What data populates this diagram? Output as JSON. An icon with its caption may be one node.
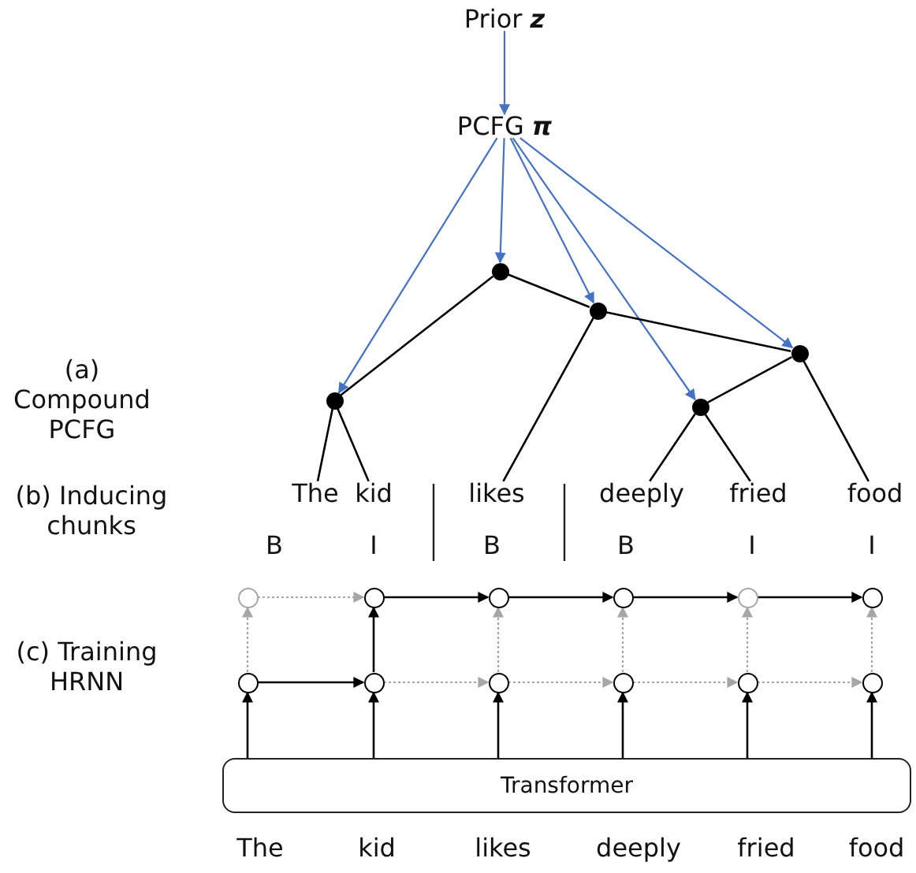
{
  "diagram": {
    "nodes": [
      {
        "text": [
          "Prior **z**"
        ]
      },
      {
        "text": [
          "PCFG **π**"
        ]
      },
      {
        "text": [],
        "shape": "circle"
      },
      {
        "text": [],
        "shape": "circle"
      },
      {
        "text": [],
        "shape": "circle"
      },
      {
        "text": [],
        "shape": "circle"
      },
      {
        "text": [],
        "shape": "circle"
      },
      {
        "text": [
          "The"
        ]
      },
      {
        "text": [
          "kid"
        ]
      },
      {
        "text": [
          "likes"
        ]
      },
      {
        "text": [
          "deeply"
        ]
      },
      {
        "text": [
          "fried"
        ]
      },
      {
        "text": [
          "food"
        ]
      },
      {
        "text": [],
        "shape": "circle"
      },
      {
        "text": [],
        "shape": "circle"
      },
      {
        "text": [],
        "shape": "circle"
      },
      {
        "text": [],
        "shape": "circle"
      },
      {
        "text": [],
        "shape": "circle"
      },
      {
        "text": [],
        "shape": "circle"
      },
      {
        "text": [],
        "shape": "circle"
      },
      {
        "text": [],
        "shape": "circle"
      },
      {
        "text": [],
        "shape": "circle"
      },
      {
        "text": [],
        "shape": "circle"
      },
      {
        "text": [],
        "shape": "circle"
      },
      {
        "text": [],
        "shape": "circle"
      },
      {
        "text": [
          "Transformer"
        ]
      }
    ],
    "edges": [
      {
        "from": 0,
        "to": 1,
        "arrow": "to",
        "color": "#4472c4"
      },
      {
        "from": 1,
        "to": 2,
        "arrow": "to",
        "color": "#4472c4"
      },
      {
        "from": 1,
        "to": 3,
        "arrow": "to",
        "color": "#4472c4"
      },
      {
        "from": 1,
        "to": 4,
        "arrow": "to",
        "color": "#4472c4"
      },
      {
        "from": 1,
        "to": 5,
        "arrow": "to",
        "color": "#4472c4"
      },
      {
        "from": 1,
        "to": 6,
        "arrow": "to",
        "color": "#4472c4"
      },
      {
        "from": 2,
        "to": 3,
        "arrow": "none"
      },
      {
        "from": 2,
        "to": 4,
        "arrow": "none"
      },
      {
        "from": 4,
        "to": 9,
        "arrow": "none"
      },
      {
        "from": 4,
        "to": 5,
        "arrow": "none"
      },
      {
        "from": 5,
        "to": 6,
        "arrow": "none"
      },
      {
        "from": 5,
        "to": 12,
        "arrow": "none"
      },
      {
        "from": 3,
        "to": 7,
        "arrow": "none"
      },
      {
        "from": 3,
        "to": 8,
        "arrow": "none"
      },
      {
        "from": 6,
        "to": 10,
        "arrow": "none"
      },
      {
        "from": 6,
        "to": 11,
        "arrow": "none"
      },
      {
        "from": 13,
        "to": 14,
        "arrow": "to",
        "style": "dashed",
        "color": "#a6a6a6"
      },
      {
        "from": 14,
        "to": 15,
        "arrow": "to"
      },
      {
        "from": 15,
        "to": 16,
        "arrow": "to"
      },
      {
        "from": 16,
        "to": 17,
        "arrow": "to"
      },
      {
        "from": 17,
        "to": 18,
        "arrow": "to"
      },
      {
        "from": 19,
        "to": 13,
        "arrow": "to",
        "style": "dashed",
        "color": "#a6a6a6"
      },
      {
        "from": 20,
        "to": 14,
        "arrow": "to"
      },
      {
        "from": 21,
        "to": 15,
        "arrow": "to",
        "style": "dashed",
        "color": "#a6a6a6"
      },
      {
        "from": 22,
        "to": 16,
        "arrow": "to",
        "style": "dashed",
        "color": "#a6a6a6"
      },
      {
        "from": 23,
        "to": 17,
        "arrow": "to",
        "style": "dashed",
        "color": "#a6a6a6"
      },
      {
        "from": 24,
        "to": 18,
        "arrow": "to",
        "style": "dashed",
        "color": "#a6a6a6"
      },
      {
        "from": 19,
        "to": 20,
        "arrow": "to"
      },
      {
        "from": 20,
        "to": 21,
        "arrow": "to",
        "style": "dashed",
        "color": "#a6a6a6"
      },
      {
        "from": 21,
        "to": 22,
        "arrow": "to",
        "style": "dashed",
        "color": "#a6a6a6"
      },
      {
        "from": 22,
        "to": 23,
        "arrow": "to",
        "style": "dashed",
        "color": "#a6a6a6"
      },
      {
        "from": 23,
        "to": 24,
        "arrow": "to",
        "style": "dashed",
        "color": "#a6a6a6"
      },
      {
        "from": 25,
        "to": 19,
        "arrow": "to"
      },
      {
        "from": 25,
        "to": 20,
        "arrow": "to"
      },
      {
        "from": 25,
        "to": 21,
        "arrow": "to"
      },
      {
        "from": 25,
        "to": 22,
        "arrow": "to"
      },
      {
        "from": 25,
        "to": 23,
        "arrow": "to"
      },
      {
        "from": 25,
        "to": 24,
        "arrow": "to"
      }
    ],
    "labels": [
      "(a) Compound PCFG",
      "(b) Inducing chunks",
      "B",
      "I",
      "B",
      "B",
      "I",
      "I",
      "(c) Training HRNN",
      "The",
      "kid",
      "likes",
      "deeply",
      "fried",
      "food"
    ]
  }
}
